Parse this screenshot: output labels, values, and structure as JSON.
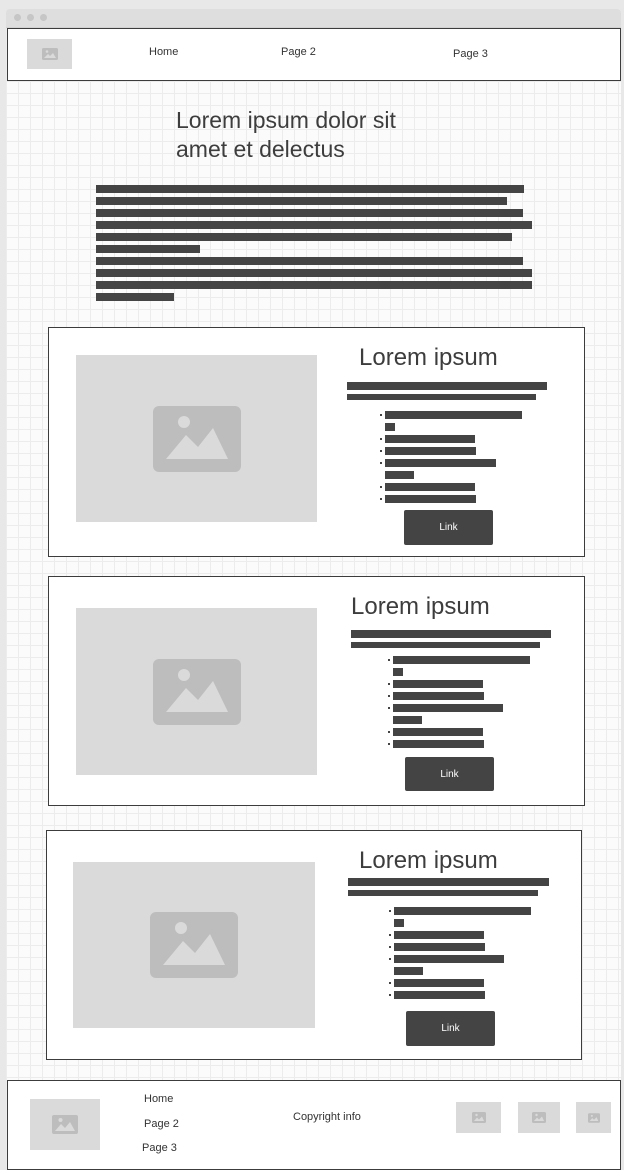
{
  "nav": {
    "logo_icon": "image-placeholder-icon",
    "links": [
      "Home",
      "Page 2",
      "Page 3"
    ]
  },
  "hero": {
    "title_line1": "Lorem ipsum dolor sit",
    "title_line2": "amet et delectus"
  },
  "cards": [
    {
      "title": "Lorem ipsum",
      "button_label": "Link",
      "image_icon": "image-placeholder-icon"
    },
    {
      "title": "Lorem ipsum",
      "button_label": "Link",
      "image_icon": "image-placeholder-icon"
    },
    {
      "title": "Lorem ipsum",
      "button_label": "Link",
      "image_icon": "image-placeholder-icon"
    }
  ],
  "footer": {
    "links": [
      "Home",
      "Page 2",
      "Page 3"
    ],
    "copyright": "Copyright info",
    "logo_icon": "image-placeholder-icon",
    "social_icons": [
      "image-placeholder-icon",
      "image-placeholder-icon",
      "image-placeholder-icon"
    ]
  },
  "colors": {
    "text_bar": "#444444",
    "placeholder": "#dadada",
    "placeholder_icon": "#bdbdbd",
    "button": "#444444",
    "border": "#3c3c3c"
  }
}
